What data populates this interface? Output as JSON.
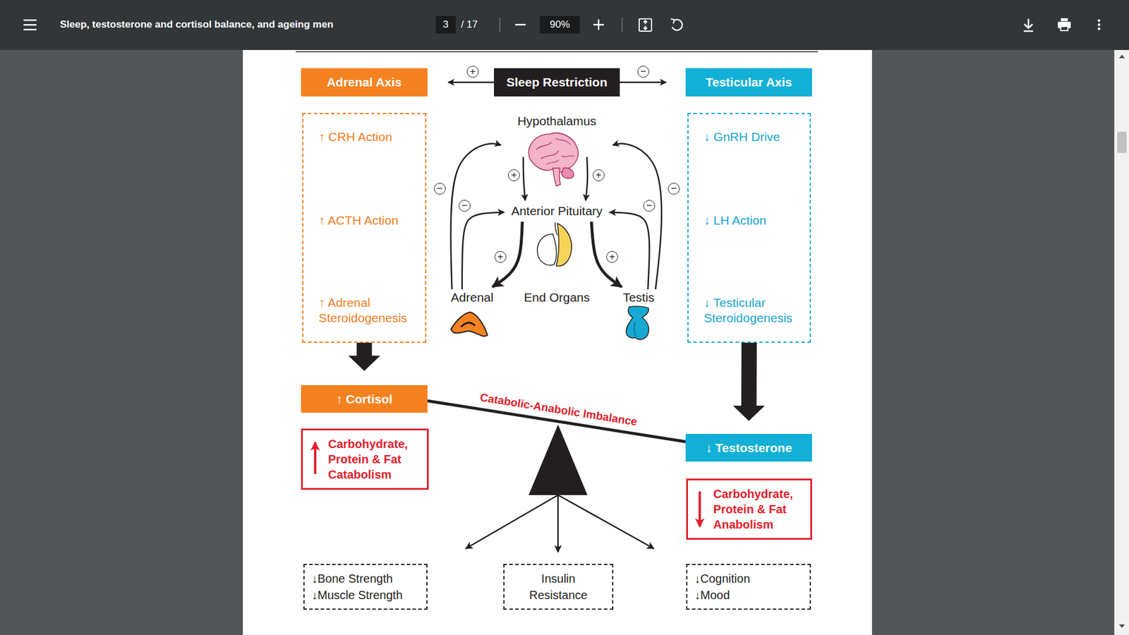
{
  "diagram": {
    "title": "Sleep, testosterone and cortisol balance, and ageing men",
    "nodes": [
      {
        "text": [
          "Adrenal Axis"
        ]
      },
      {
        "text": [
          "Sleep Restriction"
        ]
      },
      {
        "text": [
          "Testicular Axis"
        ]
      },
      {
        "text": [
          "↑ CRH Action",
          "↑ ACTH Action",
          "↑ Adrenal Steroidogenesis"
        ]
      },
      {
        "text": [
          "Hypothalamus"
        ]
      },
      {
        "text": [
          "Anterior Pituitary"
        ]
      },
      {
        "text": [
          "↓ GnRH Drive",
          "↓ LH Action",
          "↓ Testicular Steroidogenesis"
        ]
      },
      {
        "text": [
          "Adrenal"
        ]
      },
      {
        "text": [
          "Testis"
        ]
      },
      {
        "text": [
          "↑ Cortisol"
        ]
      },
      {
        "text": [
          "Carbohydrate, Protein & Fat Catabolism"
        ]
      },
      {
        "text": [
          "↓ Testosterone"
        ]
      },
      {
        "text": [
          "Carbohydrate, Protein & Fat Anabolism"
        ]
      },
      {
        "text": [
          "↓Bone Strength",
          "↓Muscle Strength"
        ]
      },
      {
        "text": [
          "Insulin Resistance"
        ]
      },
      {
        "text": [
          "↓Cognition",
          "↓Mood"
        ]
      }
    ],
    "edges": [
      {
        "from": 1,
        "to": 0,
        "label": "+",
        "arrow": "to"
      },
      {
        "from": 1,
        "to": 2,
        "label": "−",
        "arrow": "to"
      },
      {
        "from": 4,
        "to": 5,
        "label": "+",
        "arrow": "to"
      },
      {
        "from": 4,
        "to": 5,
        "label": "+",
        "arrow": "to"
      },
      {
        "from": 5,
        "to": 7,
        "label": "+",
        "arrow": "to"
      },
      {
        "from": 5,
        "to": 8,
        "label": "+",
        "arrow": "to"
      },
      {
        "from": 7,
        "to": 4,
        "label": "−",
        "arrow": "to"
      },
      {
        "from": 7,
        "to": 5,
        "label": "−",
        "arrow": "to"
      },
      {
        "from": 8,
        "to": 4,
        "label": "−",
        "arrow": "to"
      },
      {
        "from": 8,
        "to": 5,
        "label": "−",
        "arrow": "to"
      },
      {
        "from": 3,
        "to": 9,
        "arrow": "to"
      },
      {
        "from": 6,
        "to": 11,
        "arrow": "to"
      },
      {
        "from": 9,
        "to": 11,
        "label": "Catabolic-Anabolic Imbalance",
        "arrow": "none"
      }
    ],
    "labels": [
      "3",
      "/ 17",
      "90%",
      "End Organs"
    ]
  }
}
